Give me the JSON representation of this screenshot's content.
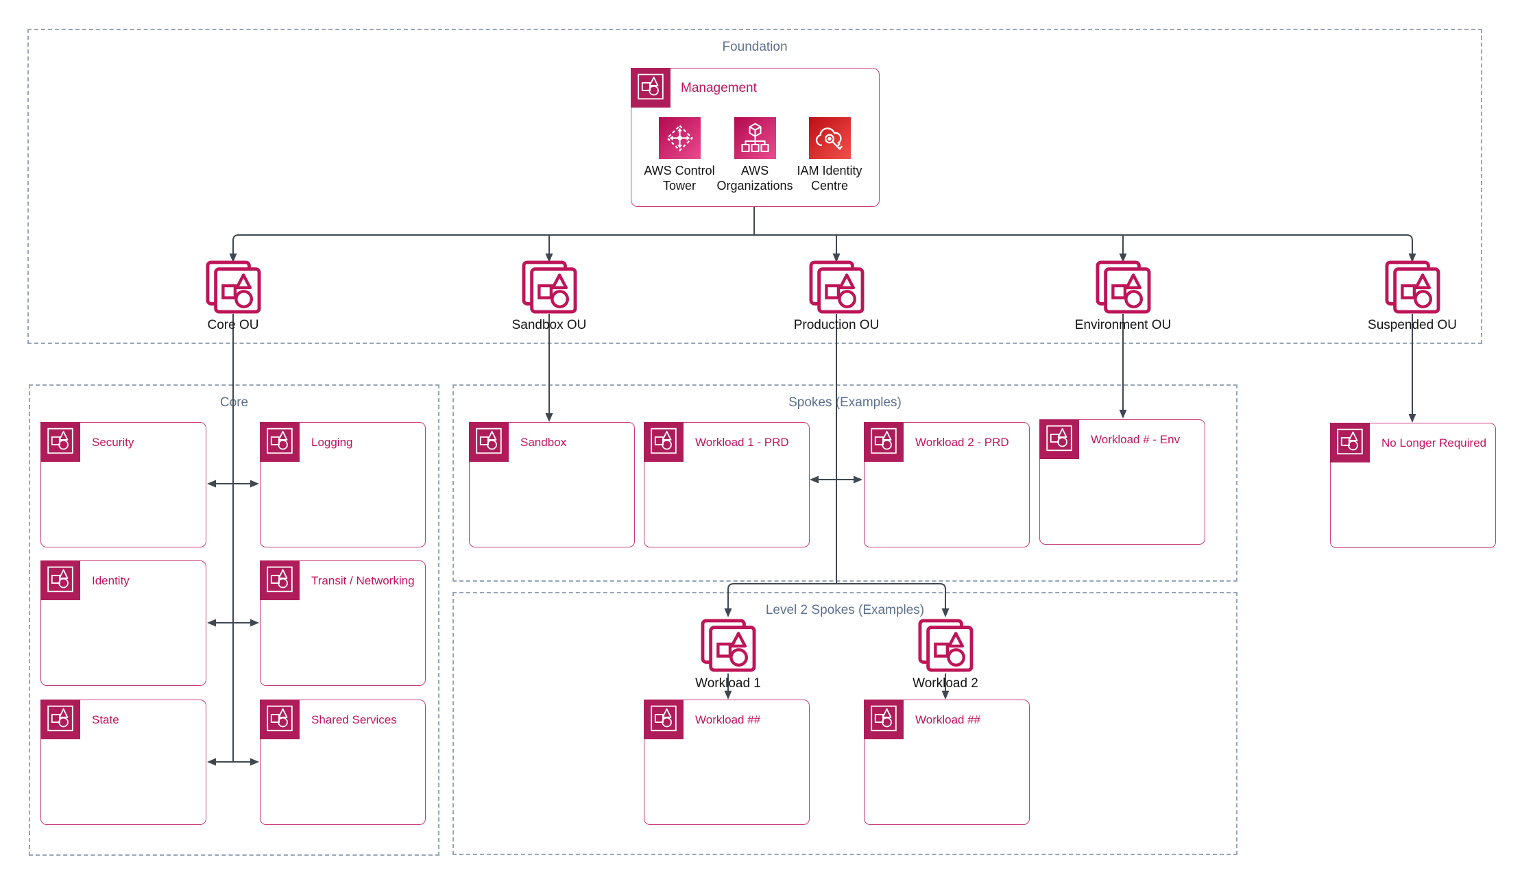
{
  "foundation": {
    "label": "Foundation"
  },
  "management": {
    "label": "Management",
    "services": [
      {
        "icon": "aws-control-tower-icon",
        "line1": "AWS Control",
        "line2": "Tower"
      },
      {
        "icon": "aws-organizations-icon",
        "line1": "AWS",
        "line2": "Organizations"
      },
      {
        "icon": "iam-identity-centre-icon",
        "line1": "IAM Identity",
        "line2": "Centre"
      }
    ]
  },
  "ous": [
    {
      "label": "Core OU"
    },
    {
      "label": "Sandbox OU"
    },
    {
      "label": "Production OU"
    },
    {
      "label": "Environment OU"
    },
    {
      "label": "Suspended OU"
    }
  ],
  "core": {
    "label": "Core",
    "accounts": [
      {
        "label": "Security"
      },
      {
        "label": "Logging"
      },
      {
        "label": "Identity"
      },
      {
        "label": "Transit / Networking"
      },
      {
        "label": "State"
      },
      {
        "label": "Shared Services"
      }
    ]
  },
  "spokes": {
    "label": "Spokes (Examples)",
    "accounts": [
      {
        "label": "Sandbox"
      },
      {
        "label": "Workload 1 - PRD"
      },
      {
        "label": "Workload 2 - PRD"
      },
      {
        "label": "Workload # - Env"
      }
    ]
  },
  "level2": {
    "label": "Level 2 Spokes (Examples)",
    "ous": [
      {
        "label": "Workload 1"
      },
      {
        "label": "Workload 2"
      }
    ],
    "accounts": [
      {
        "label": "Workload ##"
      },
      {
        "label": "Workload ##"
      }
    ]
  },
  "suspended_account": {
    "label": "No Longer Required"
  },
  "icons": {
    "ou": "organizational-unit-icon",
    "account_badge": "aws-account-icon",
    "control_tower": "aws-control-tower-icon",
    "organizations": "aws-organizations-icon",
    "identity_centre": "iam-identity-centre-icon"
  },
  "colors": {
    "accent_stroke": "#be1558",
    "badge_fill": "#ae1d59",
    "box_border": "#cb3b79",
    "box_label": "#c2135c",
    "container_border": "#97a5b8",
    "container_label": "#5e7090",
    "connector": "#3f4751",
    "text": "#141414",
    "pink_gradient_start": "#b3094f",
    "pink_gradient_end": "#ea4b8f",
    "red_gradient_start": "#bf0d16",
    "red_gradient_end": "#f0524a",
    "background": "#ffffff"
  }
}
